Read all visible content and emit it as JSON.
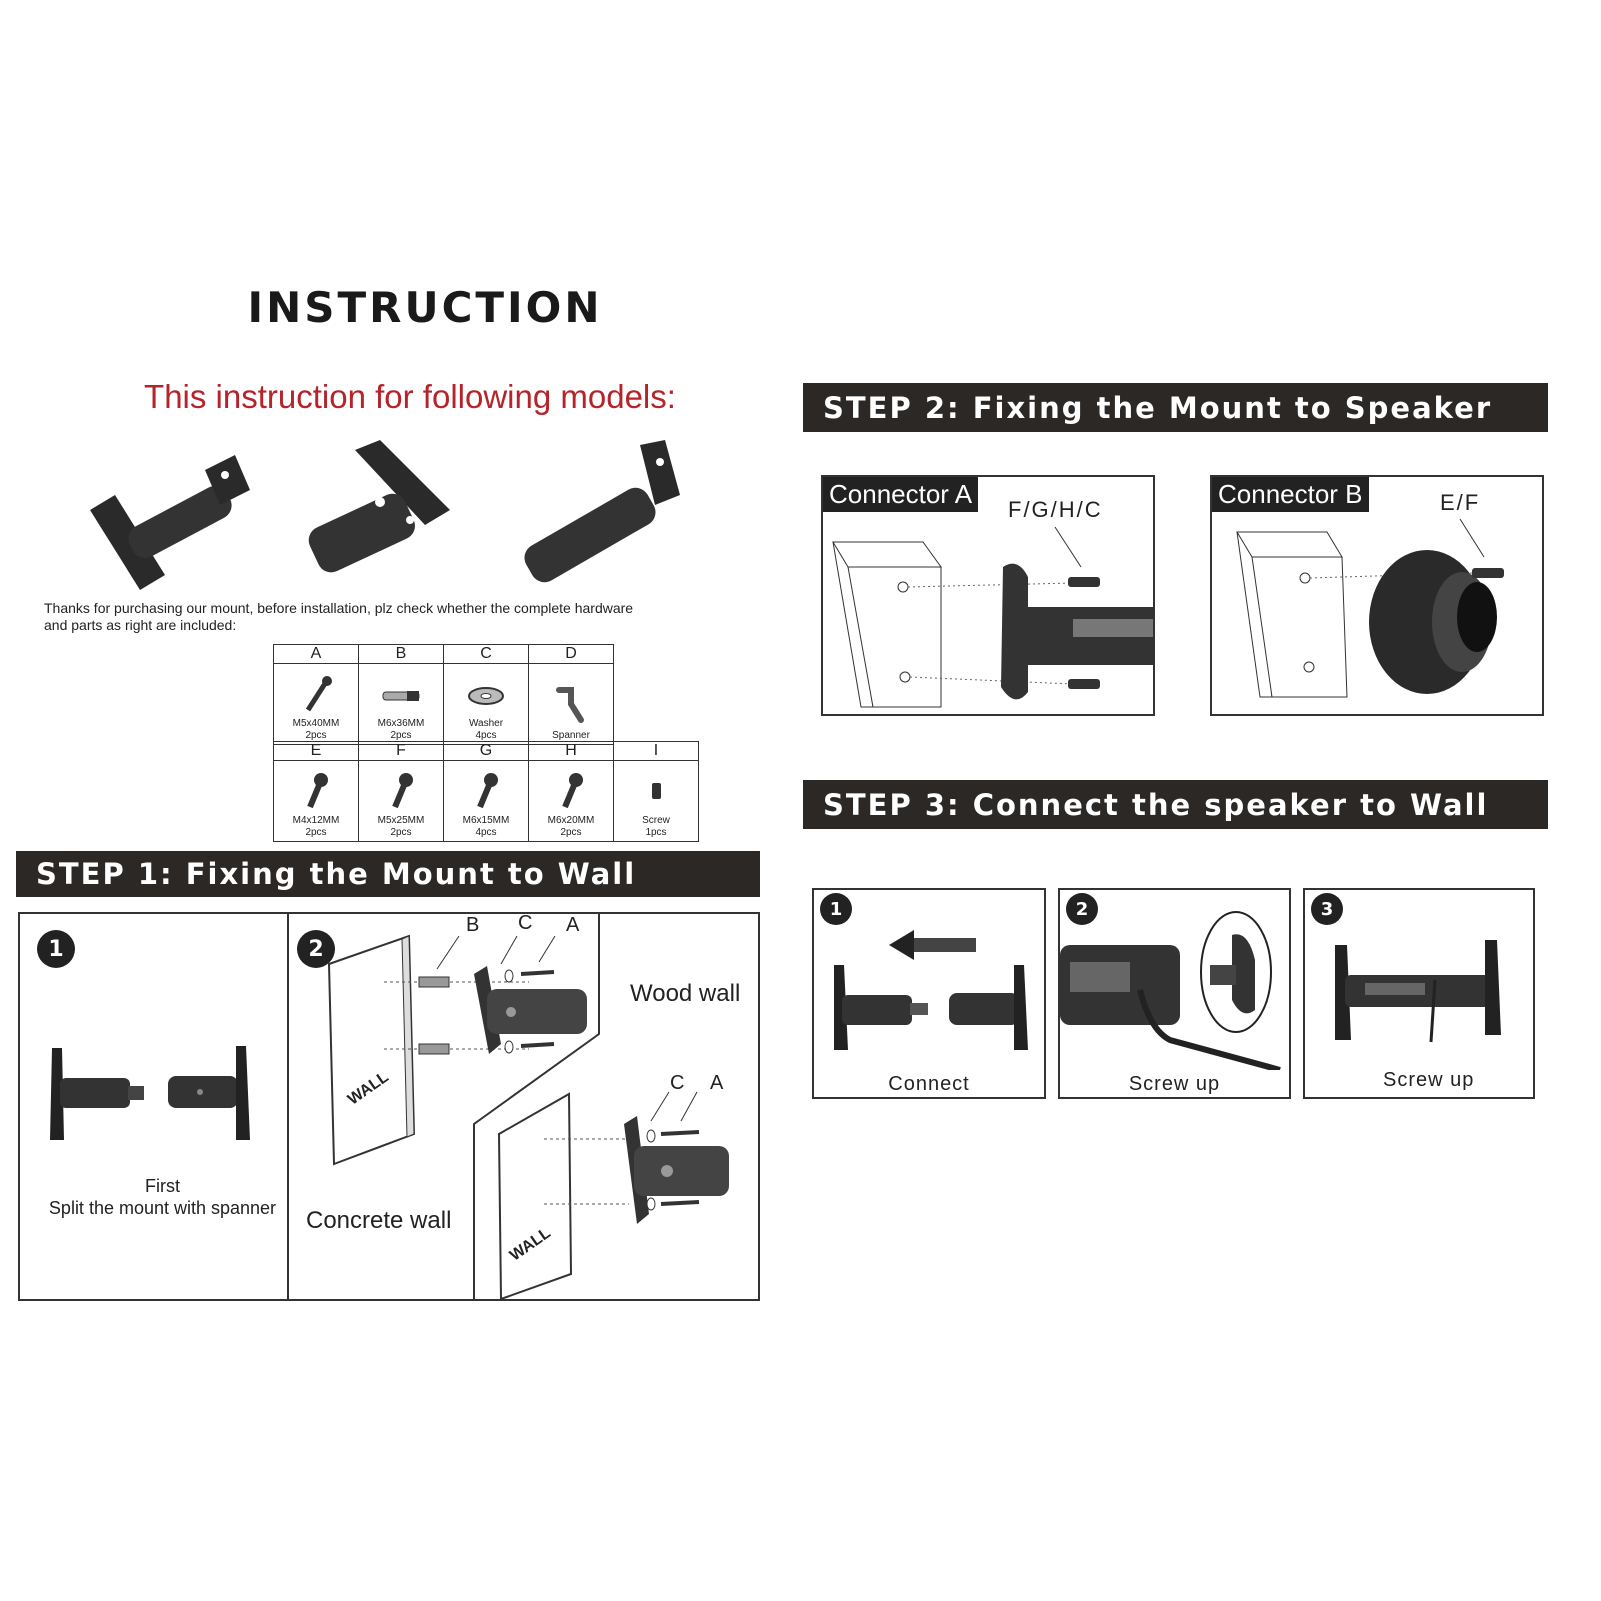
{
  "title": "INSTRUCTION",
  "subtitle": "This instruction for following models:",
  "thanks_line1": "Thanks for purchasing our mount, before installation, plz check whether the complete hardware",
  "thanks_line2": "and parts as right are included:",
  "hardware_row1": [
    {
      "letter": "A",
      "name": "M5x40MM",
      "qty": "2pcs"
    },
    {
      "letter": "B",
      "name": "M6x36MM",
      "qty": "2pcs"
    },
    {
      "letter": "C",
      "name": "Washer",
      "qty": "4pcs"
    },
    {
      "letter": "D",
      "name": "Spanner",
      "qty": ""
    }
  ],
  "hardware_row2": [
    {
      "letter": "E",
      "name": "M4x12MM",
      "qty": "2pcs"
    },
    {
      "letter": "F",
      "name": "M5x25MM",
      "qty": "2pcs"
    },
    {
      "letter": "G",
      "name": "M6x15MM",
      "qty": "4pcs"
    },
    {
      "letter": "H",
      "name": "M6x20MM",
      "qty": "2pcs"
    },
    {
      "letter": "I",
      "name": "Screw",
      "qty": "1pcs"
    }
  ],
  "step1": {
    "title": "STEP 1: Fixing the Mount to Wall",
    "panel1_num": "1",
    "panel1_line1": "First",
    "panel1_line2": "Split the mount with spanner",
    "panel2_num": "2",
    "wood_wall": "Wood wall",
    "concrete_wall": "Concrete wall",
    "wall_text": "WALL",
    "labels_top": [
      "B",
      "C",
      "A"
    ],
    "labels_bottom": [
      "C",
      "A"
    ]
  },
  "step2": {
    "title": "STEP 2: Fixing the Mount to Speaker",
    "connector_a": "Connector A",
    "connector_a_screws": "F/G/H/C",
    "connector_b": "Connector B",
    "connector_b_screws": "E/F"
  },
  "step3": {
    "title": "STEP 3: Connect the speaker to Wall",
    "panels": [
      {
        "num": "1",
        "caption": "Connect"
      },
      {
        "num": "2",
        "caption": "Screw up"
      },
      {
        "num": "3",
        "caption": "Screw up"
      }
    ]
  },
  "icons": [
    "mount-bracket-icon",
    "screw-icon",
    "anchor-icon",
    "washer-icon",
    "spanner-icon",
    "arrow-left-icon"
  ]
}
